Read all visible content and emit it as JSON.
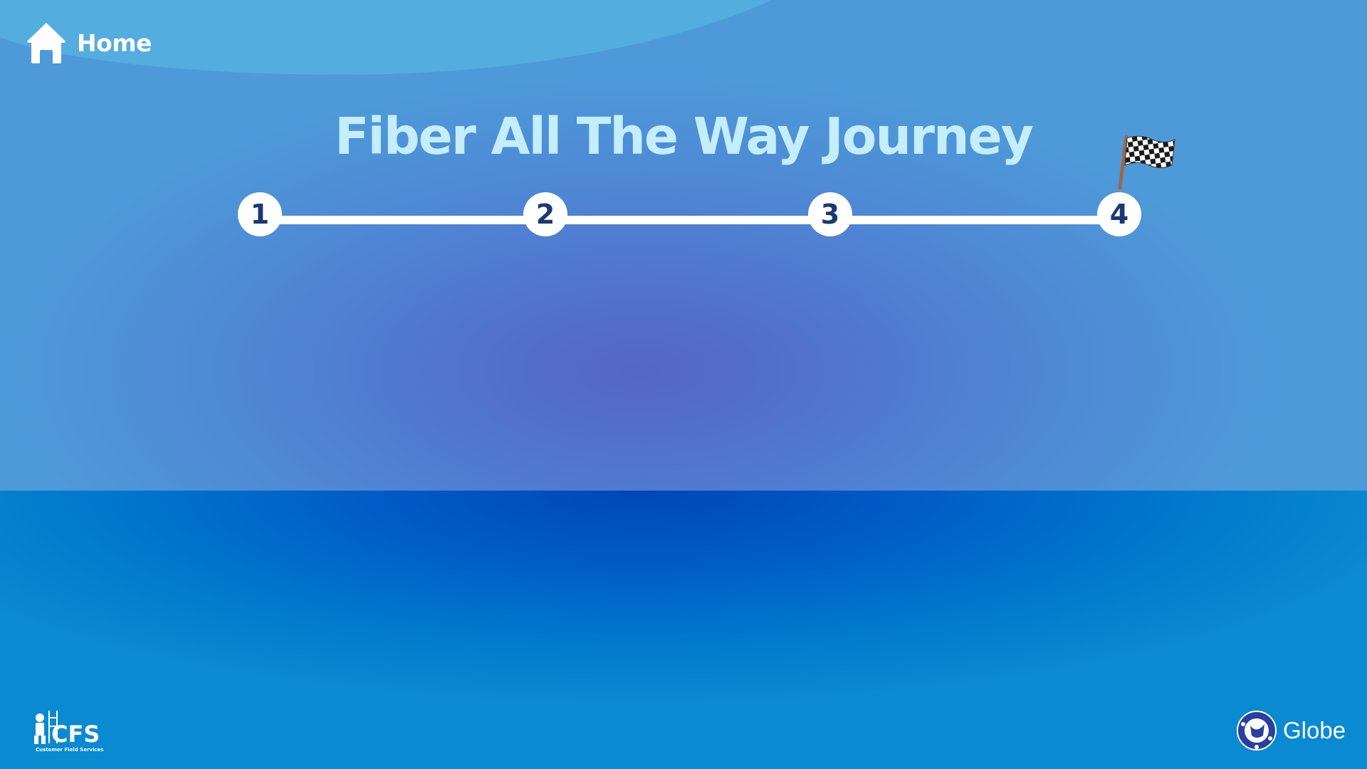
{
  "nav": {
    "home_label": "Home",
    "home_icon": "home-icon"
  },
  "page": {
    "title": "Fiber All The Way Journey"
  },
  "stepper": {
    "steps": [
      {
        "label": "1"
      },
      {
        "label": "2"
      },
      {
        "label": "3"
      },
      {
        "label": "4"
      }
    ],
    "finish_icon": "checkered-flag-icon"
  },
  "footer": {
    "left_logo": {
      "text": "CFS",
      "tagline": "Customer Field Services"
    },
    "right_logo": {
      "text": "Globe"
    }
  },
  "colors": {
    "title": "#c4eefc",
    "step_number": "#1b3776",
    "step_circle": "#ffffff",
    "top_background": "#4f9ad8",
    "bottom_background": "#0060c8"
  }
}
